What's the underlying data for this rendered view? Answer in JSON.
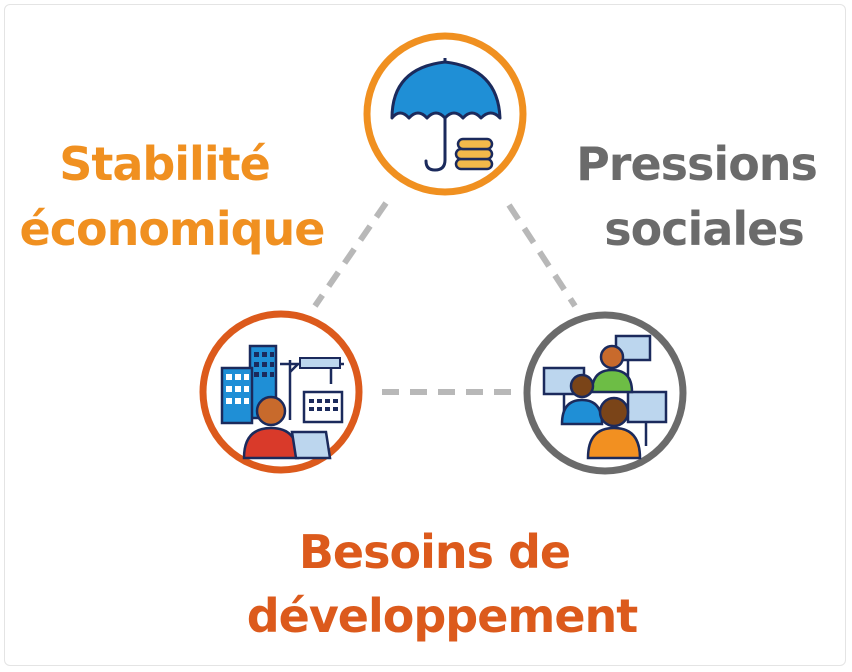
{
  "colors": {
    "stability": "#f09020",
    "social": "#6b6b6b",
    "development": "#dc5a1c",
    "connector": "#b8b8b8",
    "icon_blue": "#1f8fd6",
    "icon_navy": "#1b2a5c",
    "coin": "#f2b94a",
    "skin_dark": "#7a4418",
    "skin_mid": "#c86a2c",
    "shirt_red": "#d93a2a",
    "shirt_green": "#6dbd45",
    "shirt_orange": "#f29021",
    "sign_fill": "#bcd6ee"
  },
  "nodes": {
    "stability": {
      "label_lines": [
        "Stabilité",
        "économique"
      ],
      "icon": "umbrella-coins-icon"
    },
    "social": {
      "label_lines": [
        "Pressions",
        "sociales"
      ],
      "icon": "protest-crowd-icon"
    },
    "development": {
      "label_lines": [
        "Besoins de",
        "développement"
      ],
      "icon": "city-construction-icon"
    }
  }
}
